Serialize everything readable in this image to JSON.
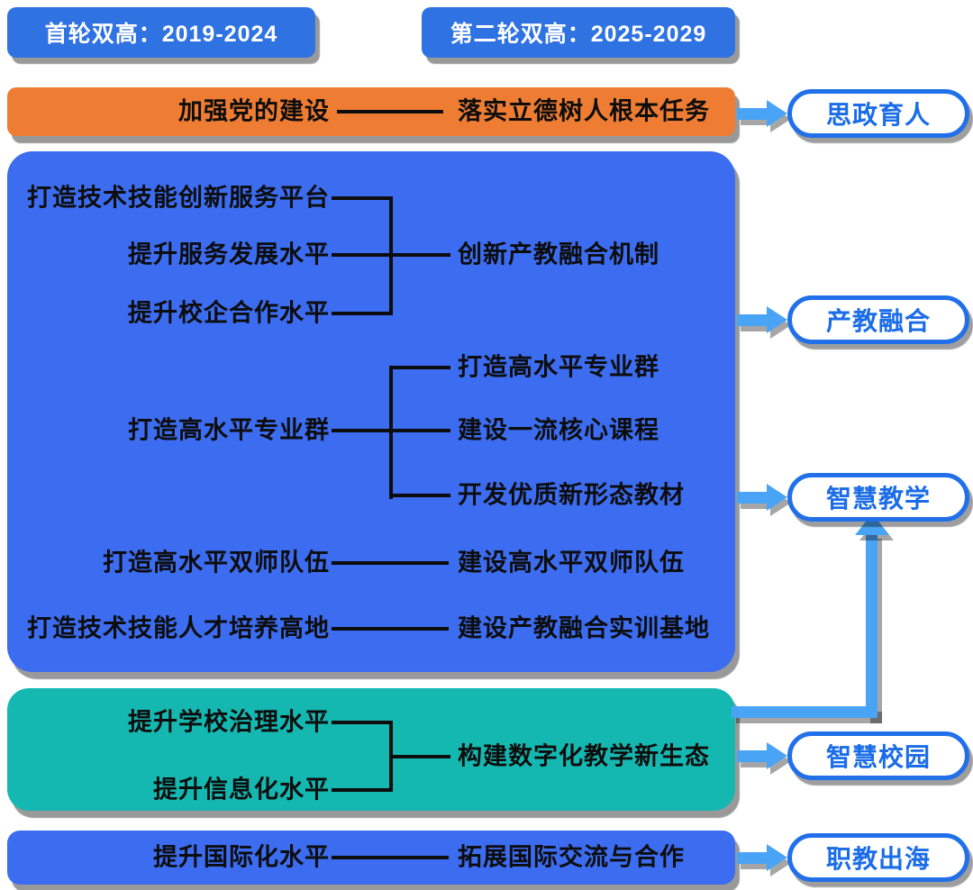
{
  "legend": {
    "round1": "首轮双高：2019-2024",
    "round2": "第二轮双高：2025-2029"
  },
  "party_section": {
    "task": "加强党的建设",
    "goal": "落实立德树人根本任务",
    "outcome": "思政育人"
  },
  "main_section": {
    "platform": "打造技术技能创新服务平台",
    "service_level": "提升服务发展水平",
    "school_enterprise": "提升校企合作水平",
    "fusion_mechanism": "创新产教融合机制",
    "outcome_fusion": "产教融合",
    "major_group": "打造高水平专业群",
    "major_group_build": "打造高水平专业群",
    "core_courses": "建设一流核心课程",
    "new_textbooks": "开发优质新形态教材",
    "outcome_teaching": "智慧教学",
    "teachers": "打造高水平双师队伍",
    "teachers_build": "建设高水平双师队伍",
    "talent_highland": "打造技术技能人才培养高地",
    "training_base": "建设产教融合实训基地"
  },
  "campus_section": {
    "governance": "提升学校治理水平",
    "informatization": "提升信息化水平",
    "digital_ecosystem": "构建数字化教学新生态",
    "outcome": "智慧校园"
  },
  "international_section": {
    "internationalization": "提升国际化水平",
    "exchange": "拓展国际交流与合作",
    "outcome": "职教出海"
  },
  "colors": {
    "header_blue": "#2f72e2",
    "box_blue": "#3c6cf0",
    "orange": "#ee7d33",
    "teal": "#15b8b1",
    "arrow_blue": "#4aa4f5",
    "pill_border": "#2170ea",
    "pill_text": "#1a6ce8",
    "ink": "#0d0d0d"
  }
}
